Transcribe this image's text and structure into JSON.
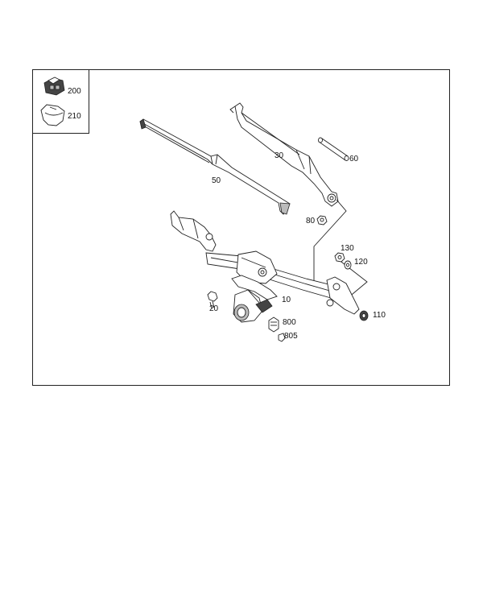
{
  "inset_labels": {
    "part_200": "200",
    "part_210": "210"
  },
  "part_labels": {
    "p10": "10",
    "p20": "20",
    "p30": "30",
    "p50": "50",
    "p60": "60",
    "p80": "80",
    "p110": "110",
    "p120": "120",
    "p130": "130",
    "p800": "800",
    "p805": "805"
  }
}
